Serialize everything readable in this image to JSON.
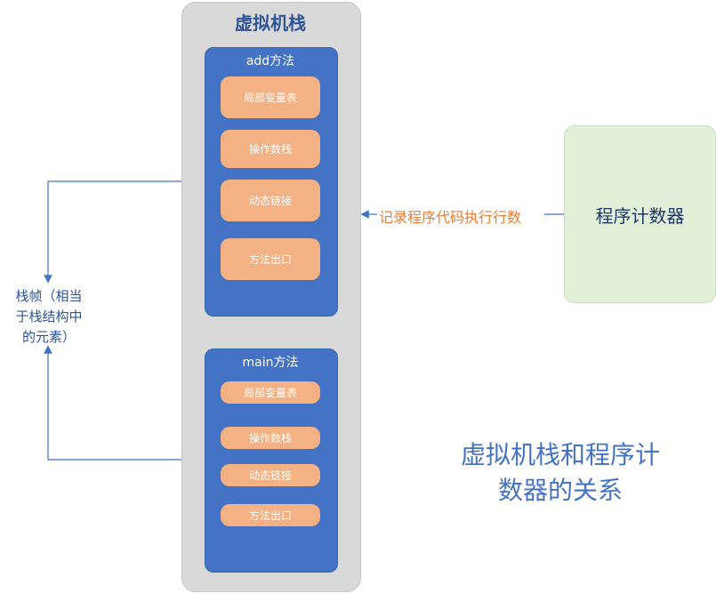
{
  "vm_stack": {
    "title": "虚拟机栈"
  },
  "frames": [
    {
      "title": "add方法",
      "slots": [
        "局部变量表",
        "操作数栈",
        "动态链接",
        "方法出口"
      ]
    },
    {
      "title": "main方法",
      "slots": [
        "局部变量表",
        "操作数栈",
        "动态链接",
        "方法出口"
      ]
    }
  ],
  "program_counter": {
    "label": "程序计数器",
    "arrow_label": "记录程序代码执行行数"
  },
  "frame_note": {
    "lines": [
      "栈帧（相当",
      "于栈结构中",
      "的元素）"
    ]
  },
  "caption": {
    "lines": [
      "虚拟机栈和程序计",
      "数器的关系"
    ]
  },
  "colors": {
    "stack_bg": "#d9d9d9",
    "frame_bg": "#4472c4",
    "slot_bg": "#f4b183",
    "pc_bg": "#e2efd9",
    "arrow_label": "#ed7d31",
    "connector": "#4472c4"
  }
}
